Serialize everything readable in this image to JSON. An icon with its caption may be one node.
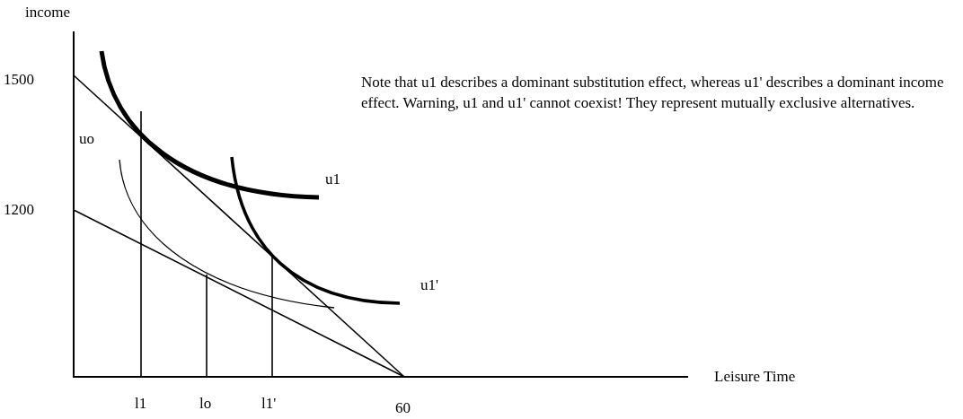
{
  "diagram": {
    "labels": [
      "income",
      "1500",
      "Note that u1 describes a dominant substitution effect, whereas u1' describes a dominant income effect.  Warning, u1 and u1' cannot coexist!  They represent mutually exclusive alternatives.",
      "uo",
      "1200",
      "u1",
      "u1'",
      "Leisure Time",
      "l1",
      "lo",
      "l1'",
      "60"
    ]
  }
}
